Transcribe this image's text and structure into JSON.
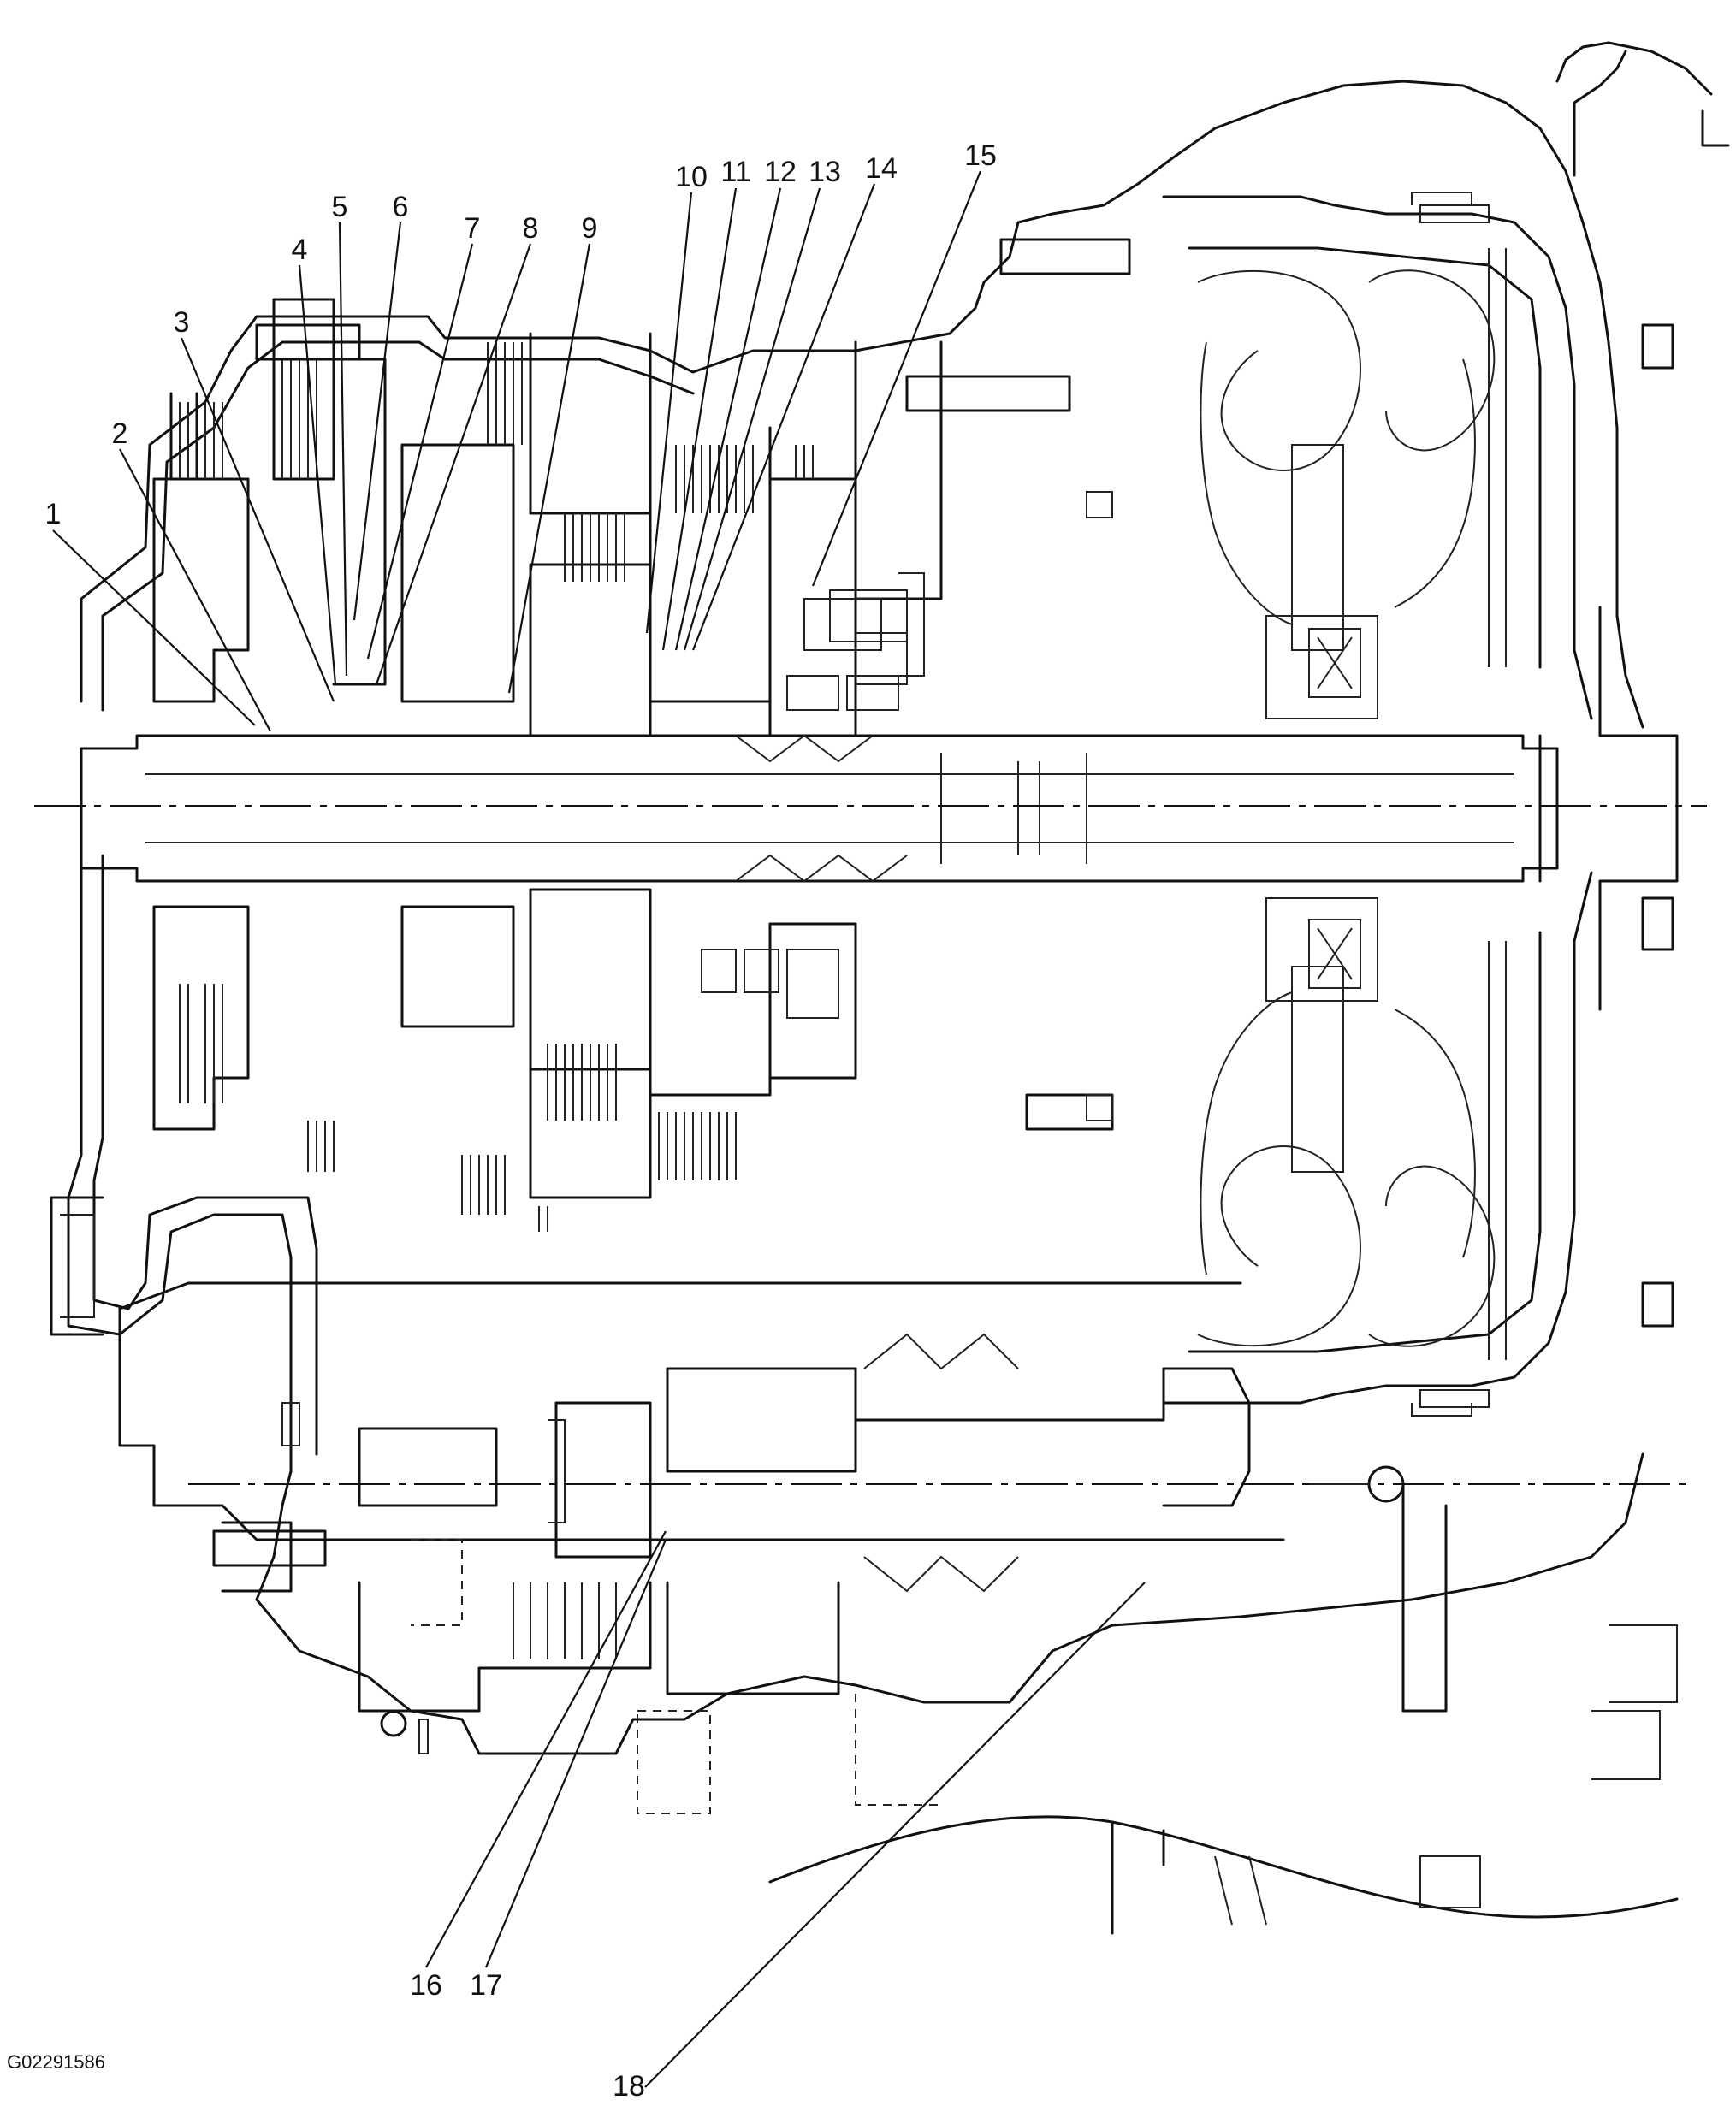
{
  "callouts": [
    "1",
    "2",
    "3",
    "4",
    "5",
    "6",
    "7",
    "8",
    "9",
    "10",
    "11",
    "12",
    "13",
    "14",
    "15",
    "16",
    "17",
    "18"
  ],
  "figure_id": "G02291586"
}
